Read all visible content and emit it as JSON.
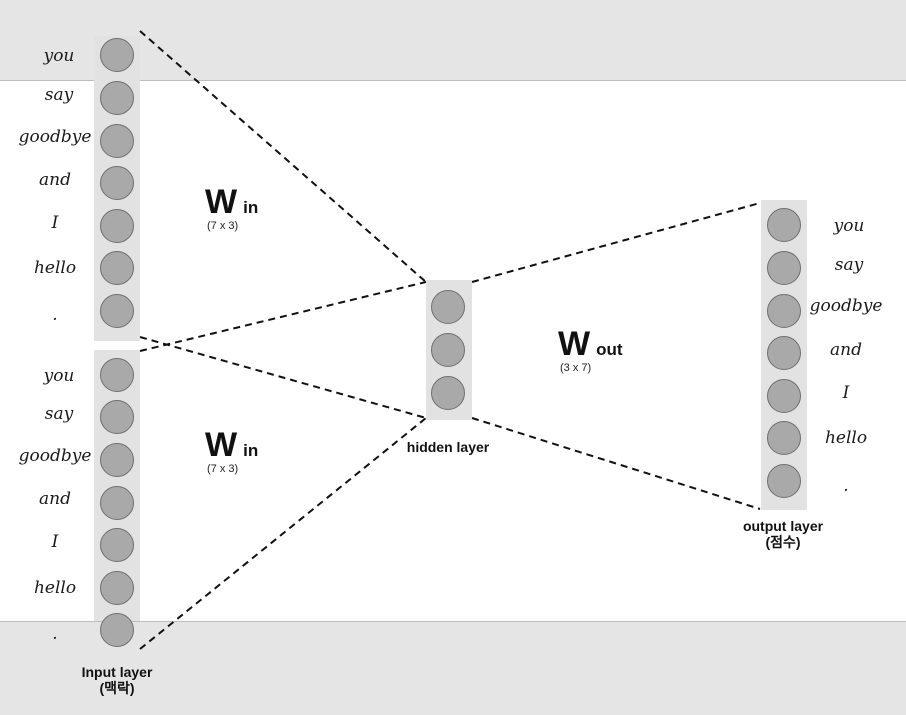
{
  "input_layer": {
    "label": "Input layer",
    "sublabel": "(맥락)",
    "context_1_words": [
      "you",
      "say",
      "goodbye",
      "and",
      "I",
      "hello",
      "."
    ],
    "context_2_words": [
      "you",
      "say",
      "goodbye",
      "and",
      "I",
      "hello",
      "."
    ]
  },
  "hidden_layer": {
    "label": "hidden layer",
    "node_count": 3
  },
  "output_layer": {
    "label": "output layer",
    "sublabel": "(점수)",
    "words": [
      "you",
      "say",
      "goodbye",
      "and",
      "I",
      "hello",
      "."
    ]
  },
  "weights": {
    "w_in_1": {
      "symbol": "W",
      "subscript": "in",
      "shape": "(7 x 3)"
    },
    "w_in_2": {
      "symbol": "W",
      "subscript": "in",
      "shape": "(7 x 3)"
    },
    "w_out": {
      "symbol": "W",
      "subscript": "out",
      "shape": "(3 x 7)"
    }
  },
  "colors": {
    "node_fill": "#a9a9a9",
    "node_stroke": "#6f6f6f",
    "column_bg": "#e2e2e2",
    "band_bg": "#e5e5e5",
    "line": "#111111"
  }
}
